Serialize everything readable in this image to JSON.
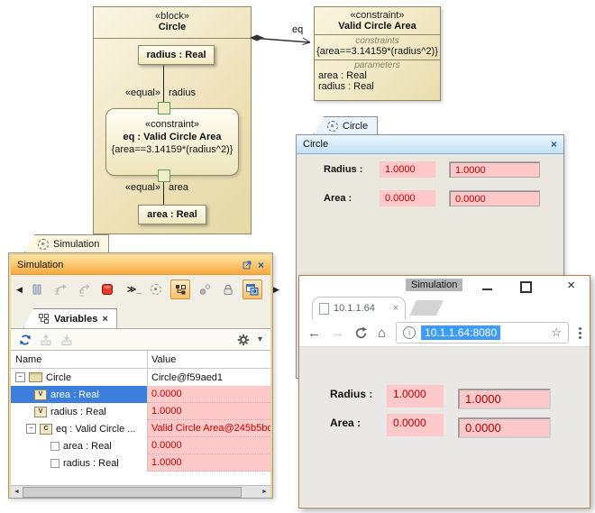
{
  "icons": {
    "close": "×",
    "minus": "−",
    "value_letter": "V",
    "constraint_letter": "C",
    "back": "←",
    "forward": "→",
    "home": "⌂",
    "star": "☆",
    "info": "i",
    "collapse_left": "◀",
    "expand_right": "▶",
    "console": "≫_",
    "scroll_left": "◄",
    "scroll_right": "►",
    "gear_dropdown": "▾"
  },
  "colors": {
    "value_pink": "#ffc9c9",
    "value_red": "#c00000",
    "selection_blue": "#3c7edc",
    "url_selection_blue": "#3d9bff",
    "sim_titlebar_orange": "#f8a93e",
    "panel_titlebar_blue": "#c2e0f6",
    "diagram_tan": "#e9ddae"
  },
  "diagram": {
    "block": {
      "stereotype": "«block»",
      "name": "Circle"
    },
    "radius_part": "radius : Real",
    "area_part": "area : Real",
    "equal_stereotype": "«equal»",
    "radius_end": "radius",
    "area_end": "area",
    "connector_label": "eq",
    "constraint_property": {
      "stereotype": "«constraint»",
      "name": "eq : Valid Circle Area",
      "expression": "{area==3.14159*(radius^2)}"
    },
    "constraint_block": {
      "stereotype": "«constraint»",
      "name": "Valid Circle Area",
      "constraints_label": "constraints",
      "expression": "{area==3.14159*(radius^2)}",
      "parameters_label": "parameters",
      "parameters": [
        "area : Real",
        "radius : Real"
      ]
    }
  },
  "circle_panel": {
    "tab_label": "Circle",
    "title": "Circle",
    "fields": [
      {
        "label": "Radius :",
        "value": "1.0000",
        "input": "1.0000"
      },
      {
        "label": "Area :",
        "value": "0.0000",
        "input": "0.0000"
      }
    ]
  },
  "simulation_panel": {
    "tab_label": "Simulation",
    "title": "Simulation",
    "variables_tab_label": "Variables",
    "table": {
      "columns": [
        "Name",
        "Value"
      ],
      "rows": [
        {
          "name": "Circle",
          "value": "Circle@f59aed1"
        },
        {
          "name": "area : Real",
          "value": "0.0000"
        },
        {
          "name": "radius : Real",
          "value": "1.0000"
        },
        {
          "name": "eq : Valid Circle ...",
          "value": "Valid Circle Area@245b5bc"
        },
        {
          "name": "area : Real",
          "value": "0.0000"
        },
        {
          "name": "radius : Real",
          "value": "1.0000"
        }
      ]
    }
  },
  "browser": {
    "window_title": "Simulation",
    "tab_title": "10.1.1.64",
    "url": "10.1.1.64:8080",
    "fields": [
      {
        "label": "Radius :",
        "value": "1.0000",
        "input": "1.0000"
      },
      {
        "label": "Area :",
        "value": "0.0000",
        "input": "0.0000"
      }
    ]
  }
}
